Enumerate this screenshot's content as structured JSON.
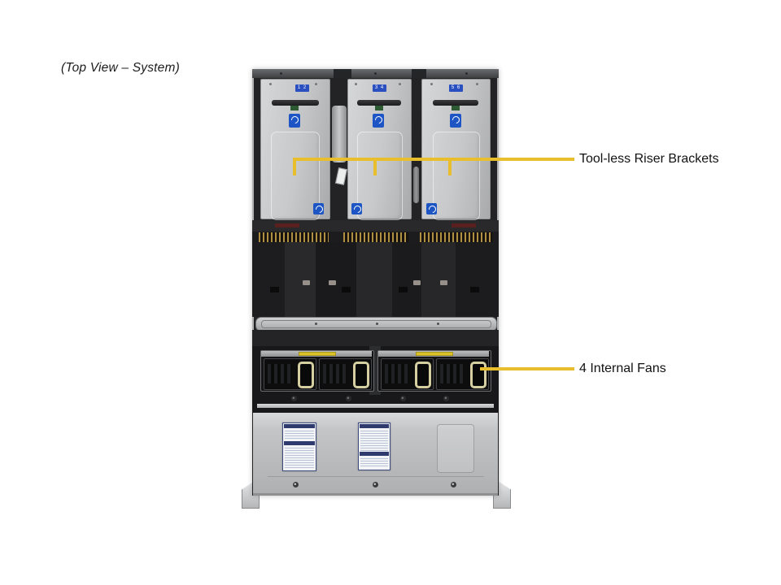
{
  "figure": {
    "caption": "(Top View – System)"
  },
  "callouts": {
    "risers": {
      "label": "Tool-less Riser Brackets"
    },
    "fans": {
      "label": "4 Internal Fans"
    }
  },
  "server": {
    "riser_badges": [
      "1 2",
      "3 4",
      "5 6"
    ],
    "icons": {
      "toolless_sticker": "circular-arrow-icon",
      "fan_tray_label": "warning-label-icon"
    }
  },
  "colors": {
    "background": "#FFFFFF",
    "callout_line": "#E9BE2C",
    "callout_text": "#121212",
    "chassis_silver": "#C8C9CB",
    "chassis_dark": "#232325",
    "badge_blue": "#2A4FC0"
  }
}
